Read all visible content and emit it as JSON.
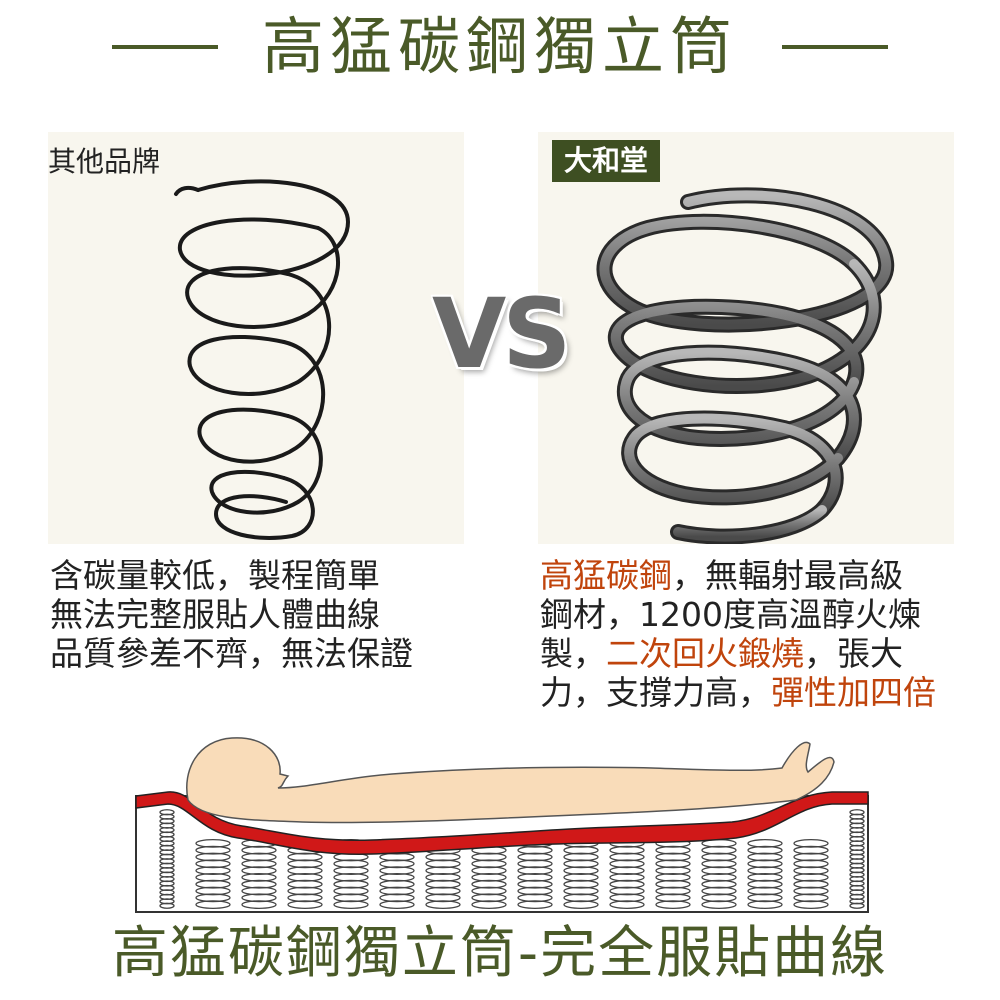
{
  "title": "高猛碳鋼獨立筒",
  "left_panel": {
    "brand": "其他品牌",
    "lines": [
      "含碳量較低，製程簡單",
      "無法完整服貼人體曲線",
      "品質參差不齊，無法保證"
    ]
  },
  "vs_label": "VS",
  "right_panel": {
    "brand": "大和堂",
    "line1": {
      "hl": "高猛碳鋼",
      "rest": "，無輻射最高級"
    },
    "line2": "鋼材，1200度高溫醇火煉",
    "line3": {
      "a": "製，",
      "hl": "二次回火鍛燒",
      "b": "，張大"
    },
    "line4": {
      "a": "力，支撐力高，",
      "hl": "彈性加四倍"
    }
  },
  "caption": "高猛碳鋼獨立筒-完全服貼曲線",
  "colors": {
    "title_green": "#4a5a28",
    "highlight_orange": "#c0440c",
    "badge_green": "#3e4f22",
    "spring_gray": "#8a8a8a",
    "wire_dark": "#1a1a1a",
    "mattress_red": "#d01818",
    "body_skin": "#f9dcb9"
  }
}
